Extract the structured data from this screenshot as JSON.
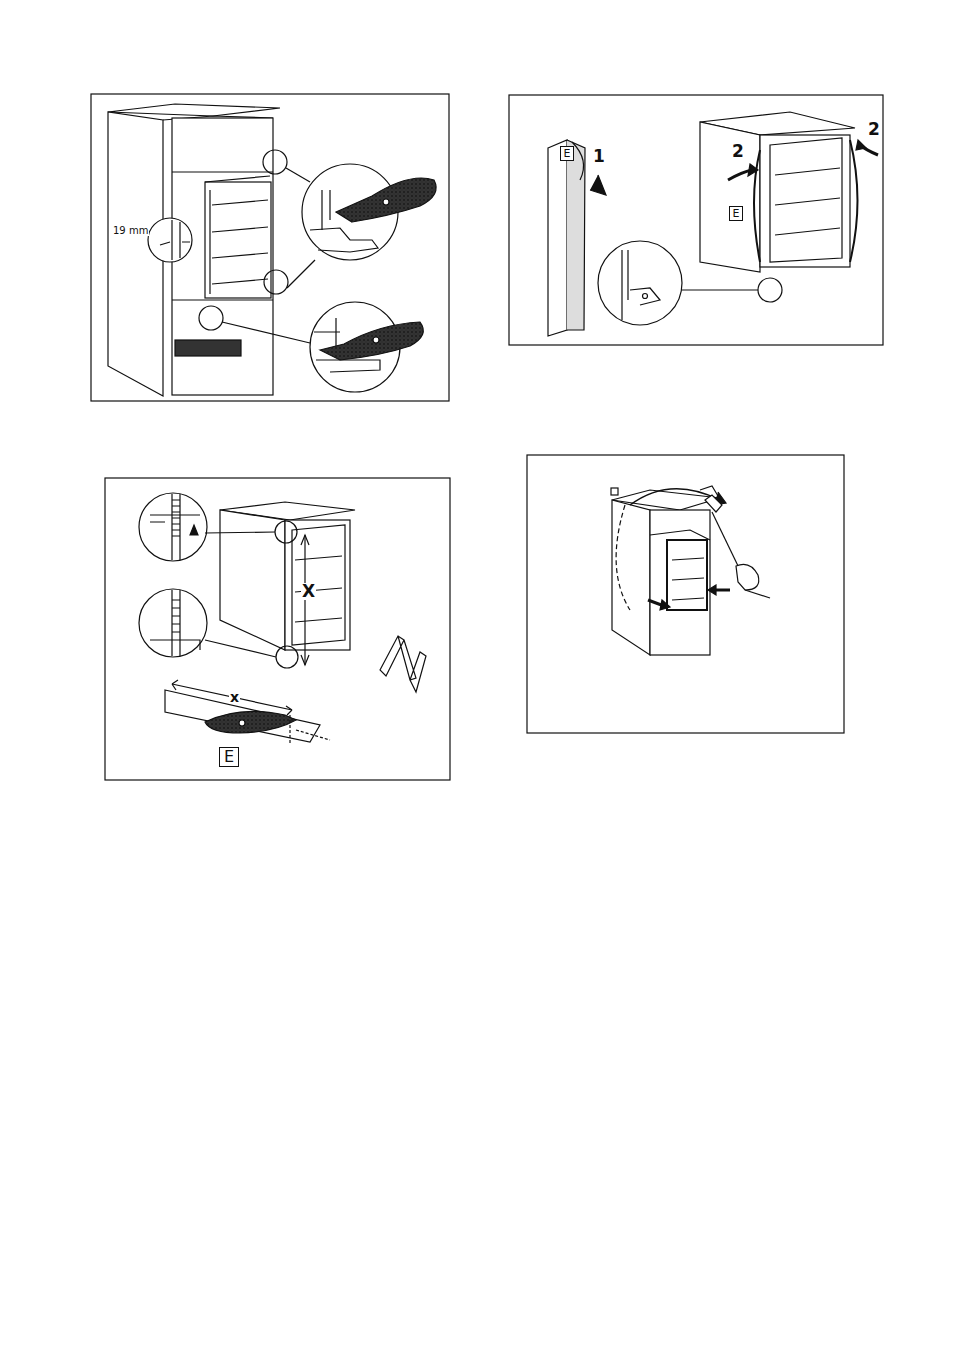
{
  "diagram": {
    "nodes": [
      {
        "text": [
          "E"
        ]
      },
      {
        "text": [
          "E"
        ]
      },
      {
        "text": [
          "E"
        ]
      }
    ],
    "labels": [
      "19 mm",
      "1",
      "2",
      "2",
      "X",
      "x"
    ]
  }
}
